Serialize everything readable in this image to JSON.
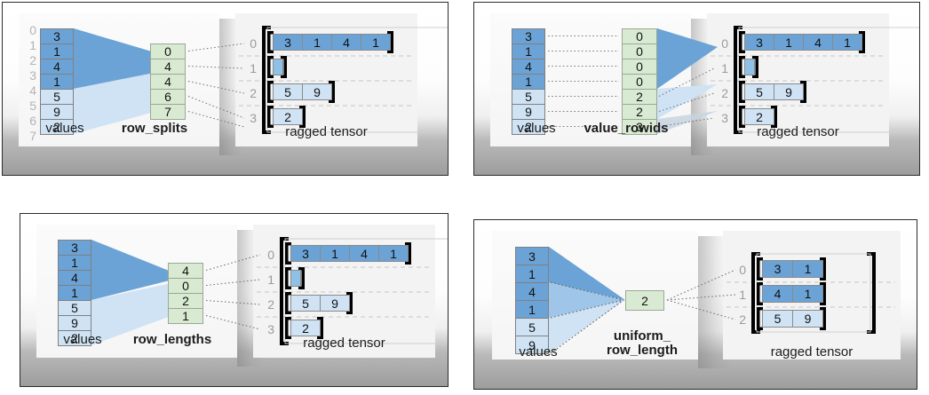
{
  "figure": {
    "title_text_shown": false,
    "colors": {
      "blue_dark": "#6ba3d6",
      "blue_mid": "#8fc0e6",
      "blue_light": "#cfe3f5",
      "green": "#d9ead3",
      "panel_border": "#2b2b2b",
      "index_gray": "#b3b3b3",
      "bracket_black": "#000000"
    },
    "common_labels": {
      "values": "values",
      "ragged_tensor": "ragged tensor"
    }
  },
  "panels": [
    {
      "id": "row_splits",
      "encoding_label": "row_splits",
      "values_label": "values",
      "ragged_label": "ragged tensor",
      "values": [
        "3",
        "1",
        "4",
        "1",
        "5",
        "9",
        "2"
      ],
      "values_shades": [
        "d",
        "d",
        "d",
        "d",
        "l",
        "l",
        "l"
      ],
      "value_indices": [
        "0",
        "1",
        "2",
        "3",
        "4",
        "5",
        "6",
        "7"
      ],
      "show_value_indices": true,
      "encoding_values": [
        "0",
        "4",
        "4",
        "6",
        "7"
      ],
      "ragged_row_indices": [
        "0",
        "1",
        "2",
        "3"
      ],
      "ragged_rows": [
        {
          "cells": [
            "3",
            "1",
            "4",
            "1"
          ],
          "shade": "d"
        },
        {
          "cells": [],
          "shade": "m",
          "empty_stub": true
        },
        {
          "cells": [
            "5",
            "9"
          ],
          "shade": "l"
        },
        {
          "cells": [
            "2"
          ],
          "shade": "l"
        }
      ]
    },
    {
      "id": "value_rowids",
      "encoding_label": "value_rowids",
      "values_label": "values",
      "ragged_label": "ragged tensor",
      "values": [
        "3",
        "1",
        "4",
        "1",
        "5",
        "9",
        "2"
      ],
      "values_shades": [
        "d",
        "d",
        "d",
        "d",
        "l",
        "l",
        "l"
      ],
      "value_indices": [],
      "show_value_indices": false,
      "encoding_values": [
        "0",
        "0",
        "0",
        "0",
        "2",
        "2",
        "3"
      ],
      "ragged_row_indices": [
        "0",
        "1",
        "2",
        "3"
      ],
      "ragged_rows": [
        {
          "cells": [
            "3",
            "1",
            "4",
            "1"
          ],
          "shade": "d"
        },
        {
          "cells": [],
          "shade": "m",
          "empty_stub": true
        },
        {
          "cells": [
            "5",
            "9"
          ],
          "shade": "l"
        },
        {
          "cells": [
            "2"
          ],
          "shade": "l"
        }
      ]
    },
    {
      "id": "row_lengths",
      "encoding_label": "row_lengths",
      "values_label": "values",
      "ragged_label": "ragged tensor",
      "values": [
        "3",
        "1",
        "4",
        "1",
        "5",
        "9",
        "2"
      ],
      "values_shades": [
        "d",
        "d",
        "d",
        "d",
        "l",
        "l",
        "l"
      ],
      "value_indices": [],
      "show_value_indices": false,
      "encoding_values": [
        "4",
        "0",
        "2",
        "1"
      ],
      "ragged_row_indices": [
        "0",
        "1",
        "2",
        "3"
      ],
      "ragged_rows": [
        {
          "cells": [
            "3",
            "1",
            "4",
            "1"
          ],
          "shade": "d"
        },
        {
          "cells": [],
          "shade": "m",
          "empty_stub": true
        },
        {
          "cells": [
            "5",
            "9"
          ],
          "shade": "l"
        },
        {
          "cells": [
            "2"
          ],
          "shade": "l"
        }
      ]
    },
    {
      "id": "uniform_row_length",
      "encoding_label": "uniform_\nrow_length",
      "values_label": "values",
      "ragged_label": "ragged tensor",
      "values": [
        "3",
        "1",
        "4",
        "1",
        "5",
        "9"
      ],
      "values_shades": [
        "d",
        "d",
        "d",
        "d",
        "l",
        "l"
      ],
      "value_indices": [],
      "show_value_indices": false,
      "encoding_values": [
        "2"
      ],
      "ragged_row_indices": [
        "0",
        "1",
        "2"
      ],
      "ragged_rows": [
        {
          "cells": [
            "3",
            "1"
          ],
          "shade": "d"
        },
        {
          "cells": [
            "4",
            "1"
          ],
          "shade": "d"
        },
        {
          "cells": [
            "5",
            "9"
          ],
          "shade": "l"
        }
      ]
    }
  ]
}
